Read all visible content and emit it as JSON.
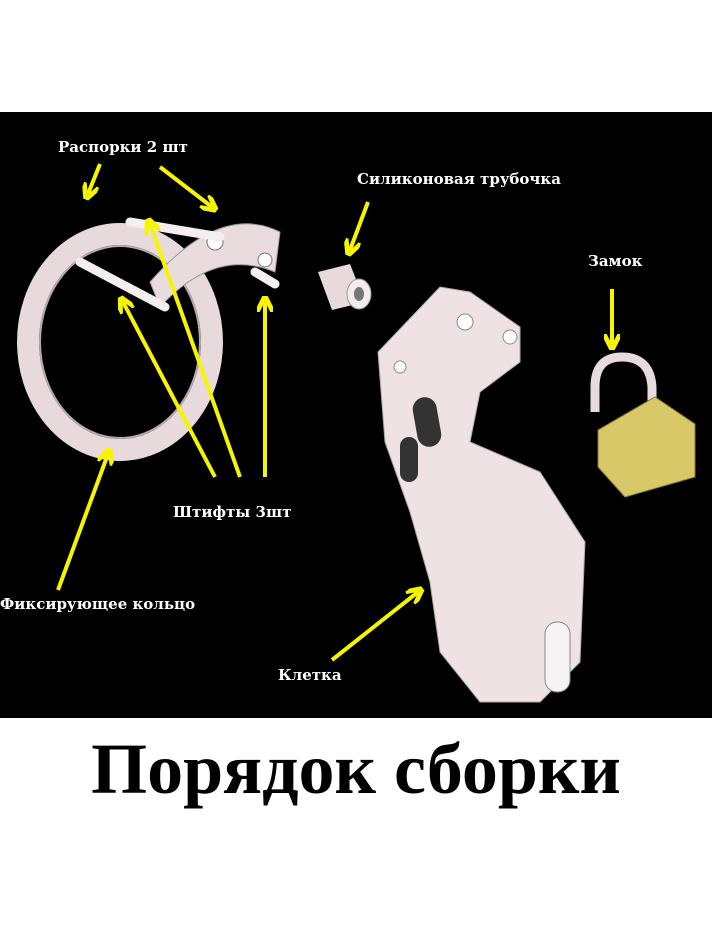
{
  "labels": {
    "spacers": "Распорки 2 шт",
    "silicone_tube": "Силиконовая трубочка",
    "lock": "Замок",
    "pins": "Штифты 3шт",
    "fixing_ring": "Фиксирующее кольцо",
    "cage": "Клетка"
  },
  "title": "Порядок сборки",
  "colors": {
    "arrow": "#f5f500",
    "background": "#000000",
    "part": "#f0e4e6",
    "lock_body": "#d8c868"
  }
}
